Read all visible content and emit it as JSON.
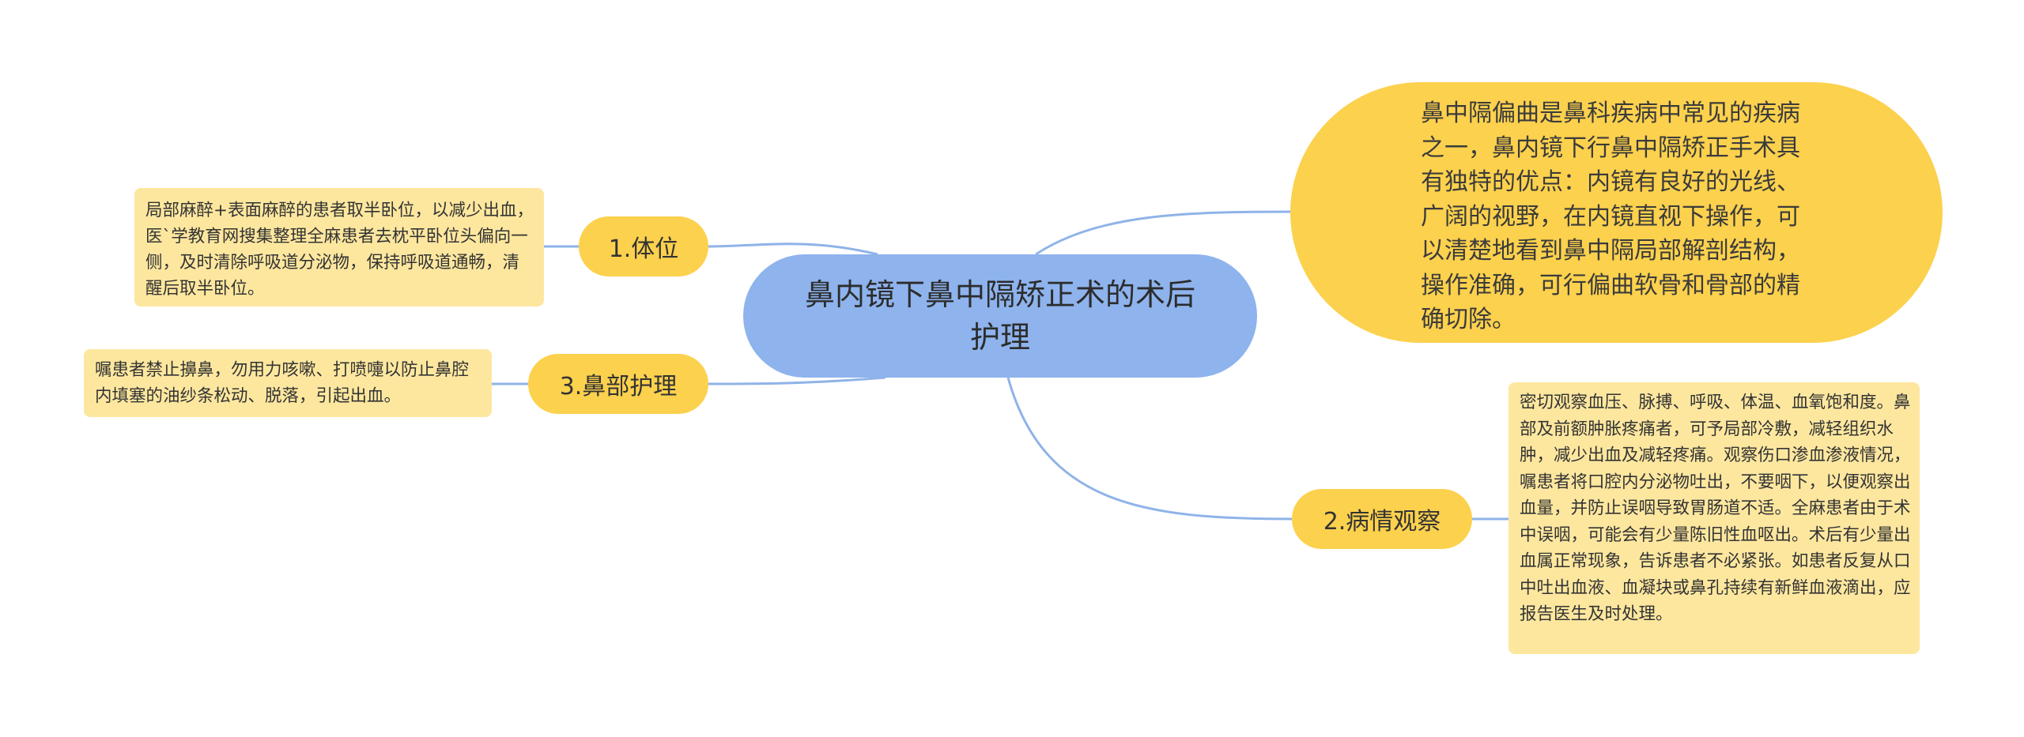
{
  "mindmap": {
    "central": {
      "text": "鼻内镜下鼻中隔矫正术的术后护理"
    },
    "intro": {
      "text": "鼻中隔偏曲是鼻科疾病中常见的疾病之一，鼻内镜下行鼻中隔矫正手术具有独特的优点：内镜有良好的光线、广阔的视野，在内镜直视下操作，可以清楚地看到鼻中隔局部解剖结构，操作准确，可行偏曲软骨和骨部的精确切除。"
    },
    "branches": [
      {
        "label": "1.体位",
        "detail": "局部麻醉+表面麻醉的患者取半卧位，以减少出血，医`学教育网搜集整理全麻患者去枕平卧位头偏向一侧，及时清除呼吸道分泌物，保持呼吸道通畅，清醒后取半卧位。"
      },
      {
        "label": "2.病情观察",
        "detail": "密切观察血压、脉搏、呼吸、体温、血氧饱和度。鼻部及前额肿胀疼痛者，可予局部冷敷，减轻组织水肿，减少出血及减轻疼痛。观察伤口渗血渗液情况，嘱患者将口腔内分泌物吐出，不要咽下，以便观察出血量，并防止误咽导致胃肠道不适。全麻患者由于术中误咽，可能会有少量陈旧性血呕出。术后有少量出血属正常现象，告诉患者不必紧张。如患者反复从口中吐出血液、血凝块或鼻孔持续有新鲜血液滴出，应报告医生及时处理。"
      },
      {
        "label": "3.鼻部护理",
        "detail": "嘱患者禁止擤鼻，勿用力咳嗽、打喷嚏以防止鼻腔内填塞的油纱条松动、脱落，引起出血。"
      }
    ],
    "colors": {
      "central_fill": "#8eb3ed",
      "branch_fill": "#fcd14d",
      "leaf_fill": "#fde79f",
      "connector": "#8fb3e8"
    }
  }
}
